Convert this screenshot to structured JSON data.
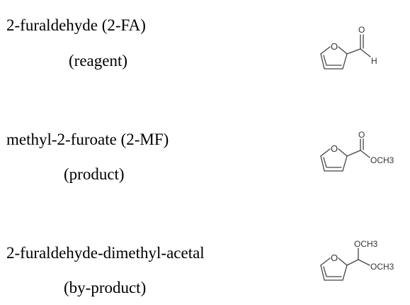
{
  "compounds": [
    {
      "name": "2-furaldehyde (2-FA)",
      "role": "(reagent)",
      "structure": {
        "ring_atom": "O",
        "substituent_atoms": [
          "O",
          "H"
        ]
      }
    },
    {
      "name": "methyl-2-furoate (2-MF)",
      "role": "(product)",
      "structure": {
        "ring_atom": "O",
        "substituent_atoms": [
          "O",
          "OCH3"
        ]
      }
    },
    {
      "name": "2-furaldehyde-dimethyl-acetal",
      "role": "(by-product)",
      "structure": {
        "ring_atom": "O",
        "substituent_atoms": [
          "OCH3",
          "OCH3"
        ]
      }
    }
  ]
}
